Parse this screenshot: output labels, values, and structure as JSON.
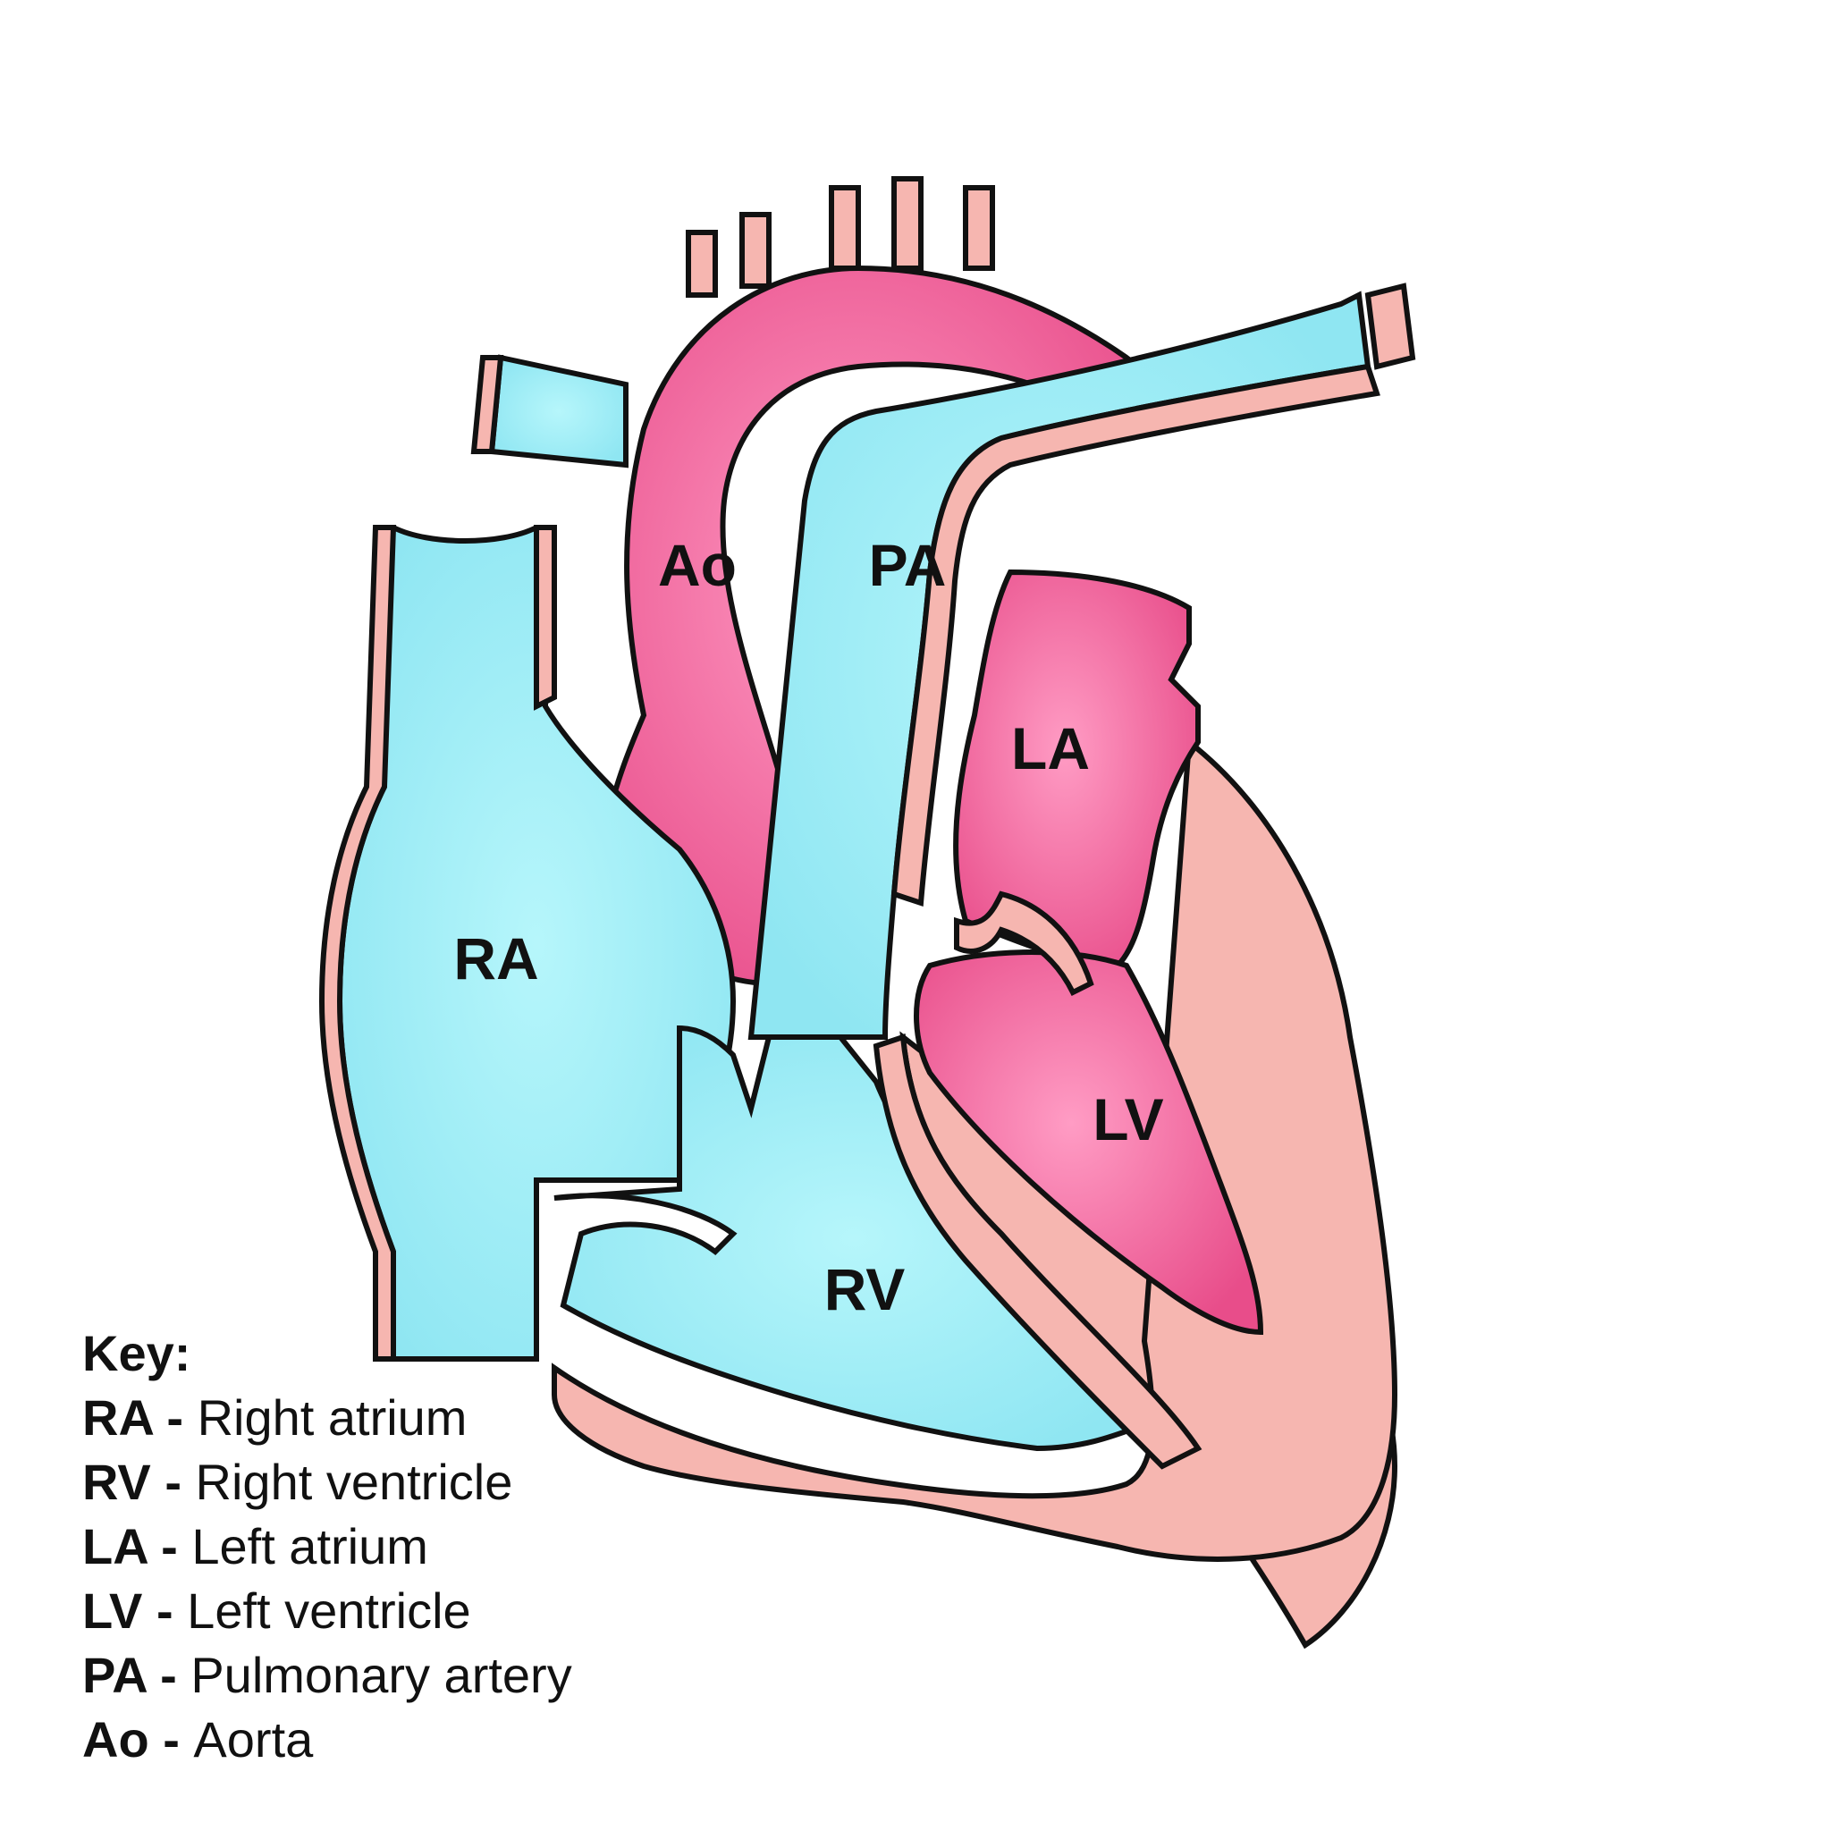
{
  "colors": {
    "deoxygenated": "#a8f0f8",
    "oxygenated": "#f06aa0",
    "wall": "#f6b6b0",
    "outline": "#111111"
  },
  "labels": {
    "ao": "Ao",
    "pa": "PA",
    "la": "LA",
    "ra": "RA",
    "lv": "LV",
    "rv": "RV"
  },
  "key": {
    "title": "Key:",
    "items": [
      {
        "abbr": "RA",
        "separator": " - ",
        "name": "Right atrium"
      },
      {
        "abbr": "RV",
        "separator": " - ",
        "name": "Right ventricle"
      },
      {
        "abbr": "LA",
        "separator": " - ",
        "name": "Left atrium"
      },
      {
        "abbr": "LV",
        "separator": " - ",
        "name": "Left ventricle"
      },
      {
        "abbr": "PA",
        "separator": " - ",
        "name": "Pulmonary artery"
      },
      {
        "abbr": "Ao",
        "separator": " - ",
        "name": "Aorta"
      }
    ]
  }
}
